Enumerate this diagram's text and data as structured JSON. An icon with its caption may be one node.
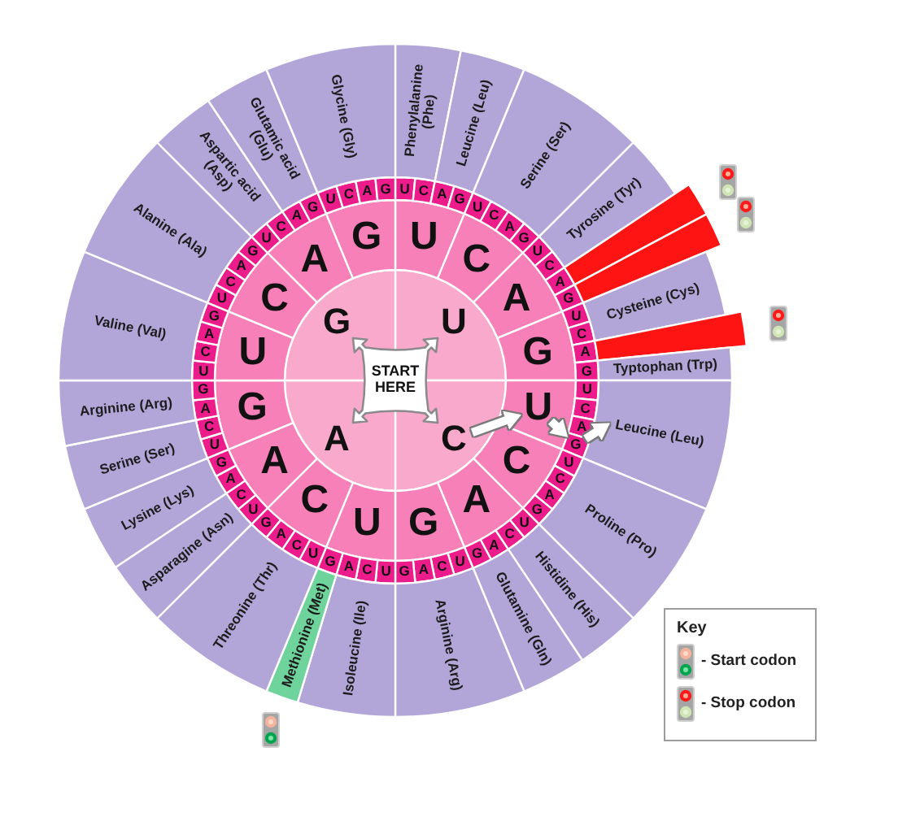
{
  "diagram": {
    "nodes": [
      {
        "text": [
          "START HERE"
        ]
      },
      {
        "text": [
          "U"
        ]
      },
      {
        "text": [
          "C"
        ]
      },
      {
        "text": [
          "A"
        ]
      },
      {
        "text": [
          "G"
        ]
      },
      {
        "text": [
          "U"
        ]
      },
      {
        "text": [
          "C"
        ]
      },
      {
        "text": [
          "A"
        ]
      },
      {
        "text": [
          "G"
        ]
      },
      {
        "text": [
          "U"
        ]
      },
      {
        "text": [
          "C"
        ]
      },
      {
        "text": [
          "A"
        ]
      },
      {
        "text": [
          "G"
        ]
      },
      {
        "text": [
          "U"
        ]
      },
      {
        "text": [
          "C"
        ]
      },
      {
        "text": [
          "A"
        ]
      },
      {
        "text": [
          "G"
        ]
      },
      {
        "text": [
          "U"
        ]
      },
      {
        "text": [
          "C"
        ]
      },
      {
        "text": [
          "A"
        ]
      },
      {
        "text": [
          "G"
        ]
      },
      {
        "text": [
          "U"
        ]
      },
      {
        "text": [
          "C"
        ]
      },
      {
        "text": [
          "A"
        ]
      },
      {
        "text": [
          "G"
        ]
      },
      {
        "text": [
          "U"
        ]
      },
      {
        "text": [
          "C"
        ]
      },
      {
        "text": [
          "A"
        ]
      },
      {
        "text": [
          "G"
        ]
      },
      {
        "text": [
          "U"
        ]
      },
      {
        "text": [
          "C"
        ]
      },
      {
        "text": [
          "A"
        ]
      },
      {
        "text": [
          "G"
        ]
      },
      {
        "text": [
          "U"
        ]
      },
      {
        "text": [
          "C"
        ]
      },
      {
        "text": [
          "A"
        ]
      },
      {
        "text": [
          "G"
        ]
      },
      {
        "text": [
          "U"
        ]
      },
      {
        "text": [
          "C"
        ]
      },
      {
        "text": [
          "A"
        ]
      },
      {
        "text": [
          "G"
        ]
      },
      {
        "text": [
          "U"
        ]
      },
      {
        "text": [
          "C"
        ]
      },
      {
        "text": [
          "A"
        ]
      },
      {
        "text": [
          "G"
        ]
      },
      {
        "text": [
          "U"
        ]
      },
      {
        "text": [
          "C"
        ]
      },
      {
        "text": [
          "A"
        ]
      },
      {
        "text": [
          "G"
        ]
      },
      {
        "text": [
          "U"
        ]
      },
      {
        "text": [
          "C"
        ]
      },
      {
        "text": [
          "A"
        ]
      },
      {
        "text": [
          "G"
        ]
      },
      {
        "text": [
          "U"
        ]
      },
      {
        "text": [
          "C"
        ]
      },
      {
        "text": [
          "A"
        ]
      },
      {
        "text": [
          "G"
        ]
      },
      {
        "text": [
          "U"
        ]
      },
      {
        "text": [
          "C"
        ]
      },
      {
        "text": [
          "A"
        ]
      },
      {
        "text": [
          "G"
        ]
      },
      {
        "text": [
          "U"
        ]
      },
      {
        "text": [
          "C"
        ]
      },
      {
        "text": [
          "A"
        ]
      },
      {
        "text": [
          "G"
        ]
      },
      {
        "text": [
          "U"
        ]
      },
      {
        "text": [
          "C"
        ]
      },
      {
        "text": [
          "A"
        ]
      },
      {
        "text": [
          "G"
        ]
      },
      {
        "text": [
          "U"
        ]
      },
      {
        "text": [
          "C"
        ]
      },
      {
        "text": [
          "A"
        ]
      },
      {
        "text": [
          "G"
        ]
      },
      {
        "text": [
          "U"
        ]
      },
      {
        "text": [
          "C"
        ]
      },
      {
        "text": [
          "A"
        ]
      },
      {
        "text": [
          "G"
        ]
      },
      {
        "text": [
          "U"
        ]
      },
      {
        "text": [
          "C"
        ]
      },
      {
        "text": [
          "A"
        ]
      },
      {
        "text": [
          "G"
        ]
      },
      {
        "text": [
          "U"
        ]
      },
      {
        "text": [
          "C"
        ]
      },
      {
        "text": [
          "A"
        ]
      },
      {
        "text": [
          "G"
        ]
      },
      {
        "text": [
          "Phenylalanine (Phe)"
        ]
      },
      {
        "text": [
          "Leucine (Leu)"
        ]
      },
      {
        "text": [
          "Serine (Ser)"
        ]
      },
      {
        "text": [
          "Tyrosine (Tyr)"
        ]
      },
      {
        "text": [],
        "shape": "bar"
      },
      {
        "text": [],
        "shape": "bar"
      },
      {
        "text": [
          "Cysteine (Cys)"
        ]
      },
      {
        "text": [],
        "shape": "bar"
      },
      {
        "text": [
          "Typtophan (Trp)"
        ]
      },
      {
        "text": [
          "Leucine (Leu)"
        ]
      },
      {
        "text": [
          "Proline (Pro)"
        ]
      },
      {
        "text": [
          "Histidine (His)"
        ]
      },
      {
        "text": [
          "Glutamine (Gln)"
        ]
      },
      {
        "text": [
          "Arginine (Arg)"
        ]
      },
      {
        "text": [
          "Isoleucine (Ile)"
        ]
      },
      {
        "text": [
          "Methionine (Met)"
        ]
      },
      {
        "text": [
          "Threonine (Thr)"
        ]
      },
      {
        "text": [
          "Asparagine (Asn)"
        ]
      },
      {
        "text": [
          "Lysine (Lys)"
        ]
      },
      {
        "text": [
          "Serine (Ser)"
        ]
      },
      {
        "text": [
          "Arginine (Arg)"
        ]
      },
      {
        "text": [
          "Valine (Val)"
        ]
      },
      {
        "text": [
          "Alanine (Ala)"
        ]
      },
      {
        "text": [
          "Aspartic acid (Asp)"
        ]
      },
      {
        "text": [
          "Glutamic acid (Glu)"
        ]
      },
      {
        "text": [
          "Glycine (Gly)"
        ]
      }
    ],
    "edges": [
      {
        "from": 2,
        "to": 9,
        "arrow": "to"
      },
      {
        "from": 9,
        "to": 40,
        "arrow": "to"
      },
      {
        "from": 40,
        "to": 94,
        "arrow": "to"
      }
    ],
    "labels": [
      "Key"
    ],
    "legend": [
      {
        "text": "- Start codon"
      },
      {
        "text": "- Stop codon"
      }
    ]
  }
}
